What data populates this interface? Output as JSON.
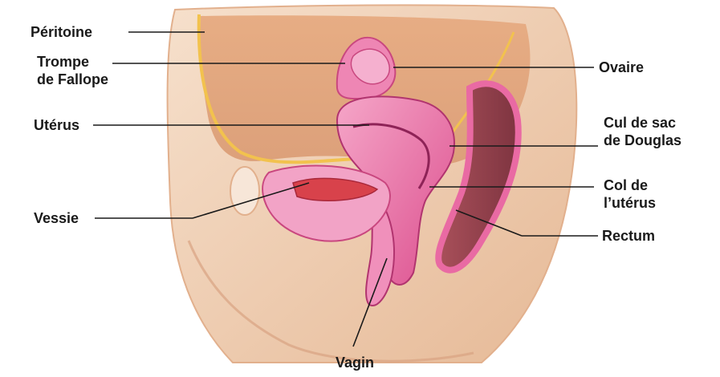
{
  "labels": {
    "peritoine": "Péritoine",
    "trompe_line1": "Trompe",
    "trompe_line2": "de Fallope",
    "uterus": "Utérus",
    "vessie": "Vessie",
    "ovaire": "Ovaire",
    "cul_line1": "Cul de sac",
    "cul_line2": "de Douglas",
    "col_line1": "Col de",
    "col_line2": "l’utérus",
    "rectum": "Rectum",
    "vagin": "Vagin"
  },
  "colors": {
    "skin_light": "#f4d9c2",
    "skin_mid": "#e9bf9d",
    "skin_shadow": "#d9a381",
    "peritoneum_line": "#f2c24e",
    "cavity": "#e8b38c",
    "organ_pink": "#e96aa3",
    "organ_pink_light": "#f2a3c6",
    "organ_dark": "#b1346f",
    "bladder_red": "#d8424b",
    "rectum_brown": "#9c4a53",
    "leader_line": "#1a1a1a"
  }
}
